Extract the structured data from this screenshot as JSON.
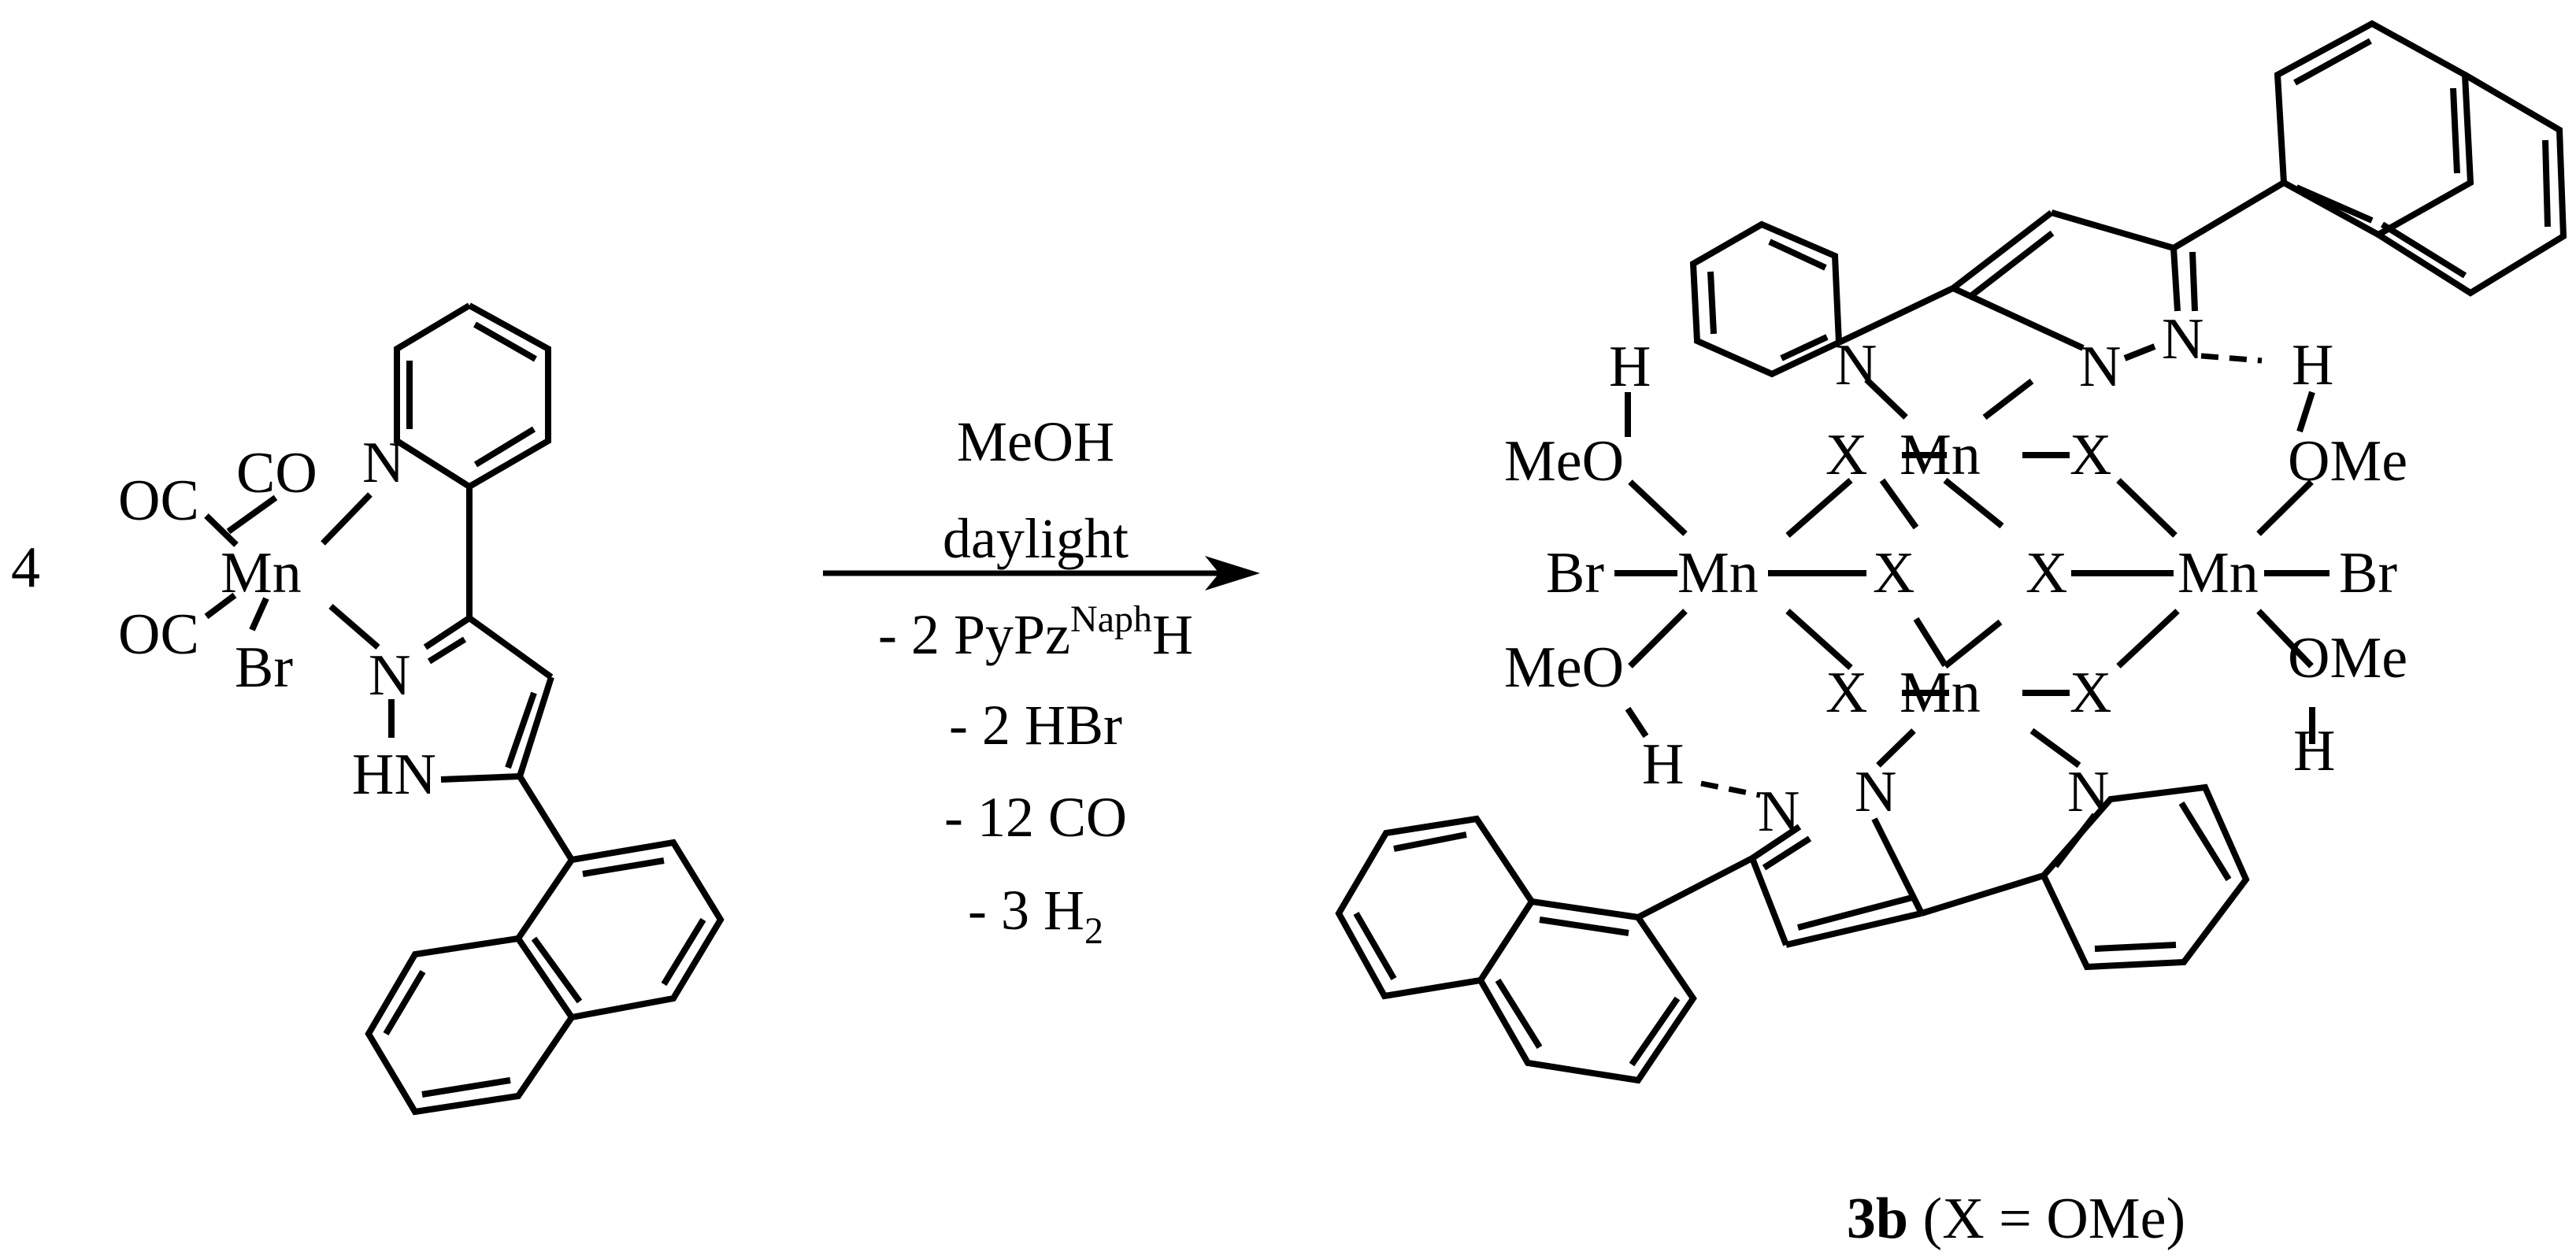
{
  "coefficient": "4",
  "reactant": {
    "metal": "Mn",
    "ligands": {
      "co_top": "CO",
      "co_left_top": "OC",
      "co_left_bottom": "OC",
      "halide": "Br"
    },
    "atoms": {
      "pyridine_n": "N",
      "pyrazole_n": "N",
      "pyrazole_nh": "HN"
    }
  },
  "conditions": {
    "above": [
      "MeOH",
      "daylight"
    ],
    "byproducts": {
      "ligand": {
        "prefix": "- 2 PyPz",
        "superscript": "Naph",
        "suffix": "H"
      },
      "hbr": "- 2 HBr",
      "co": "- 12 CO",
      "h2": {
        "prefix": "- 3 H",
        "subscript": "2"
      }
    }
  },
  "product": {
    "metal": "Mn",
    "bridge": "X",
    "halide": "Br",
    "methanol": {
      "o_left": "MeO",
      "o_right": "OMe",
      "h": "H"
    },
    "atoms": {
      "n": "N"
    },
    "label": {
      "compound": "3b",
      "definition": " (X = OMe)"
    }
  }
}
